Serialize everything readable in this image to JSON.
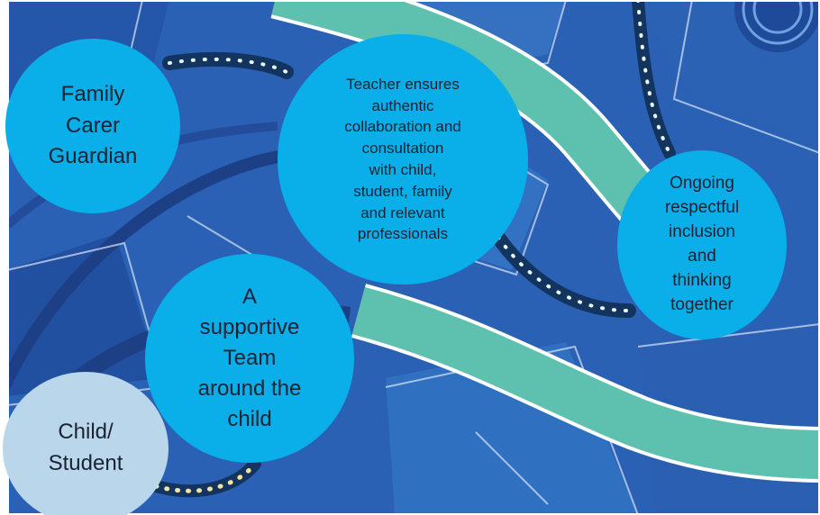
{
  "background": {
    "description_colors": {
      "base": "#2a61b5",
      "dark": "#1c3f86",
      "band": "#5ec1b0",
      "dot": "#e8fbff",
      "border": "#ffffff"
    }
  },
  "circles": [
    {
      "id": "family",
      "text": "Family\nCarer\nGuardian",
      "color": "#0aaee8"
    },
    {
      "id": "teacher",
      "text": "Teacher ensures\nauthentic\ncollaboration and\nconsultation\nwith child,\nstudent, family\nand relevant\nprofessionals",
      "color": "#0aaee8"
    },
    {
      "id": "ongoing",
      "text": "Ongoing\nrespectful\ninclusion\nand\nthinking\ntogether",
      "color": "#0aaee8"
    },
    {
      "id": "team",
      "text": "A\nsupportive\nTeam\naround the\nchild",
      "color": "#0aaee8"
    },
    {
      "id": "child",
      "text": "Child/\nStudent",
      "color": "#b9d6ea"
    }
  ]
}
